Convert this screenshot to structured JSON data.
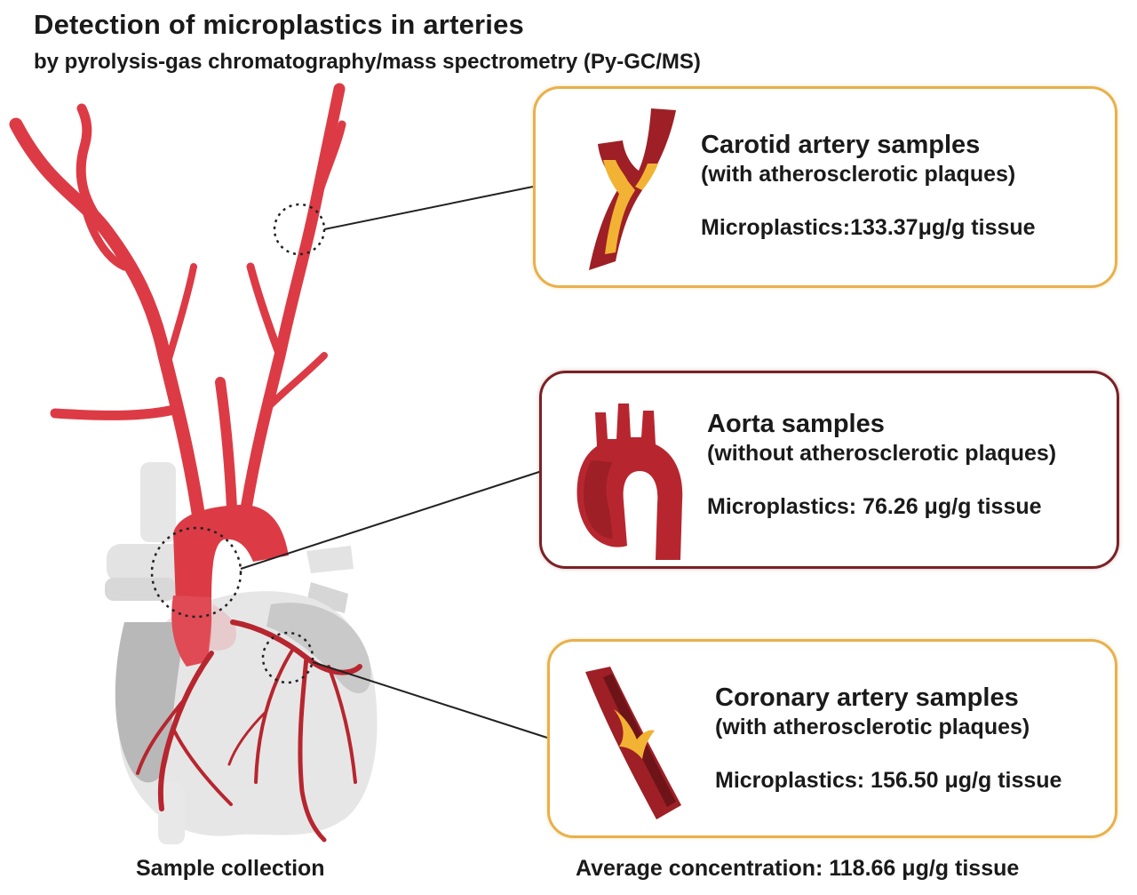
{
  "header": {
    "title": "Detection of microplastics in arteries",
    "subtitle": "by pyrolysis-gas chromatography/mass spectrometry (Py-GC/MS)"
  },
  "cards": [
    {
      "title": "Carotid artery samples",
      "subtitle": "(with atherosclerotic plaques)",
      "value": "Microplastics:133.37μg/g tissue",
      "icon": "carotid-artery-icon",
      "border_color": "#e9b04a"
    },
    {
      "title": "Aorta samples",
      "subtitle": "(without atherosclerotic plaques)",
      "value": "Microplastics: 76.26 μg/g tissue",
      "icon": "aorta-icon",
      "border_color": "#7a2125"
    },
    {
      "title": "Coronary artery samples",
      "subtitle": "(with atherosclerotic plaques)",
      "value": "Microplastics: 156.50 μg/g tissue",
      "icon": "coronary-artery-icon",
      "border_color": "#e9b04a"
    }
  ],
  "footer": {
    "left": "Sample collection",
    "right": "Average concentration: 118.66 μg/g tissue"
  },
  "colors": {
    "artery_red": "#dc3b45",
    "dark_red": "#9e1f26",
    "plaque_yellow": "#f2b233",
    "heart_gray": "#d9d9d9",
    "orange_border": "#e9b04a",
    "dark_border": "#7a2125"
  }
}
